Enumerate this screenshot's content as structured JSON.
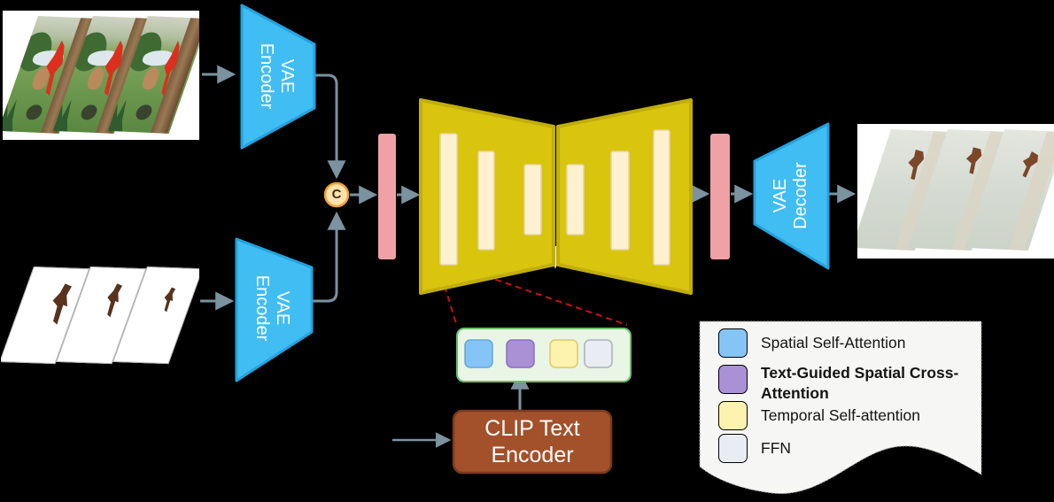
{
  "nodes": {
    "vae_encoder_top": {
      "label": "VAE Encoder"
    },
    "vae_encoder_bottom": {
      "label": "VAE Encoder"
    },
    "vae_decoder": {
      "label": "VAE Decoder"
    },
    "concat": {
      "label": "C"
    },
    "clip_text_encoder": {
      "label": "CLIP Text Encoder"
    }
  },
  "transformer_block": {
    "modules": [
      {
        "name": "Spatial Self-Attention",
        "fill": "#84c5f6",
        "border": "#63a6d9"
      },
      {
        "name": "Text-Guided Spatial Cross-Attention",
        "fill": "#aa90d4",
        "border": "#8a6ec2"
      },
      {
        "name": "Temporal Self-attention",
        "fill": "#fdf2ae",
        "border": "#dfc968"
      },
      {
        "name": "FFN",
        "fill": "#e9edf3",
        "border": "#a9b2bf"
      }
    ]
  },
  "legend": {
    "items": [
      {
        "label": "Spatial Self-Attention",
        "bold": false,
        "swatch_fill": "#84c5f6",
        "swatch_border": "#63a6d9"
      },
      {
        "label": "Text-Guided Spatial Cross-Attention",
        "bold": true,
        "swatch_fill": "#aa90d4",
        "swatch_border": "#8a6ec2"
      },
      {
        "label": "Temporal Self-attention",
        "bold": false,
        "swatch_fill": "#fdf2ae",
        "swatch_border": "#dfc968"
      },
      {
        "label": "FFN",
        "bold": false,
        "swatch_fill": "#e9edf3",
        "swatch_border": "#a9b2bf"
      }
    ]
  },
  "colors": {
    "background": "#000000",
    "arrow": "#7b929f",
    "encoder_decoder_fill": "#40bdf3",
    "encoder_decoder_border": "#23a3dd",
    "unet_fill": "#d9c40e",
    "unet_border": "#c1ae0b",
    "unet_bar_fill": "#fdf1cf",
    "latent_bar_fill": "#f0a1a6",
    "concat_fill": "#ffe2ae",
    "concat_border": "#f0a232",
    "clip_fill": "#a3512b",
    "clip_border": "#7c3a1c",
    "block_box_fill": "#e9f5e5",
    "block_box_border": "#67bf6b",
    "zoom_dashed_line": "#cc1111",
    "legend_paper": "#f6f6f5"
  }
}
